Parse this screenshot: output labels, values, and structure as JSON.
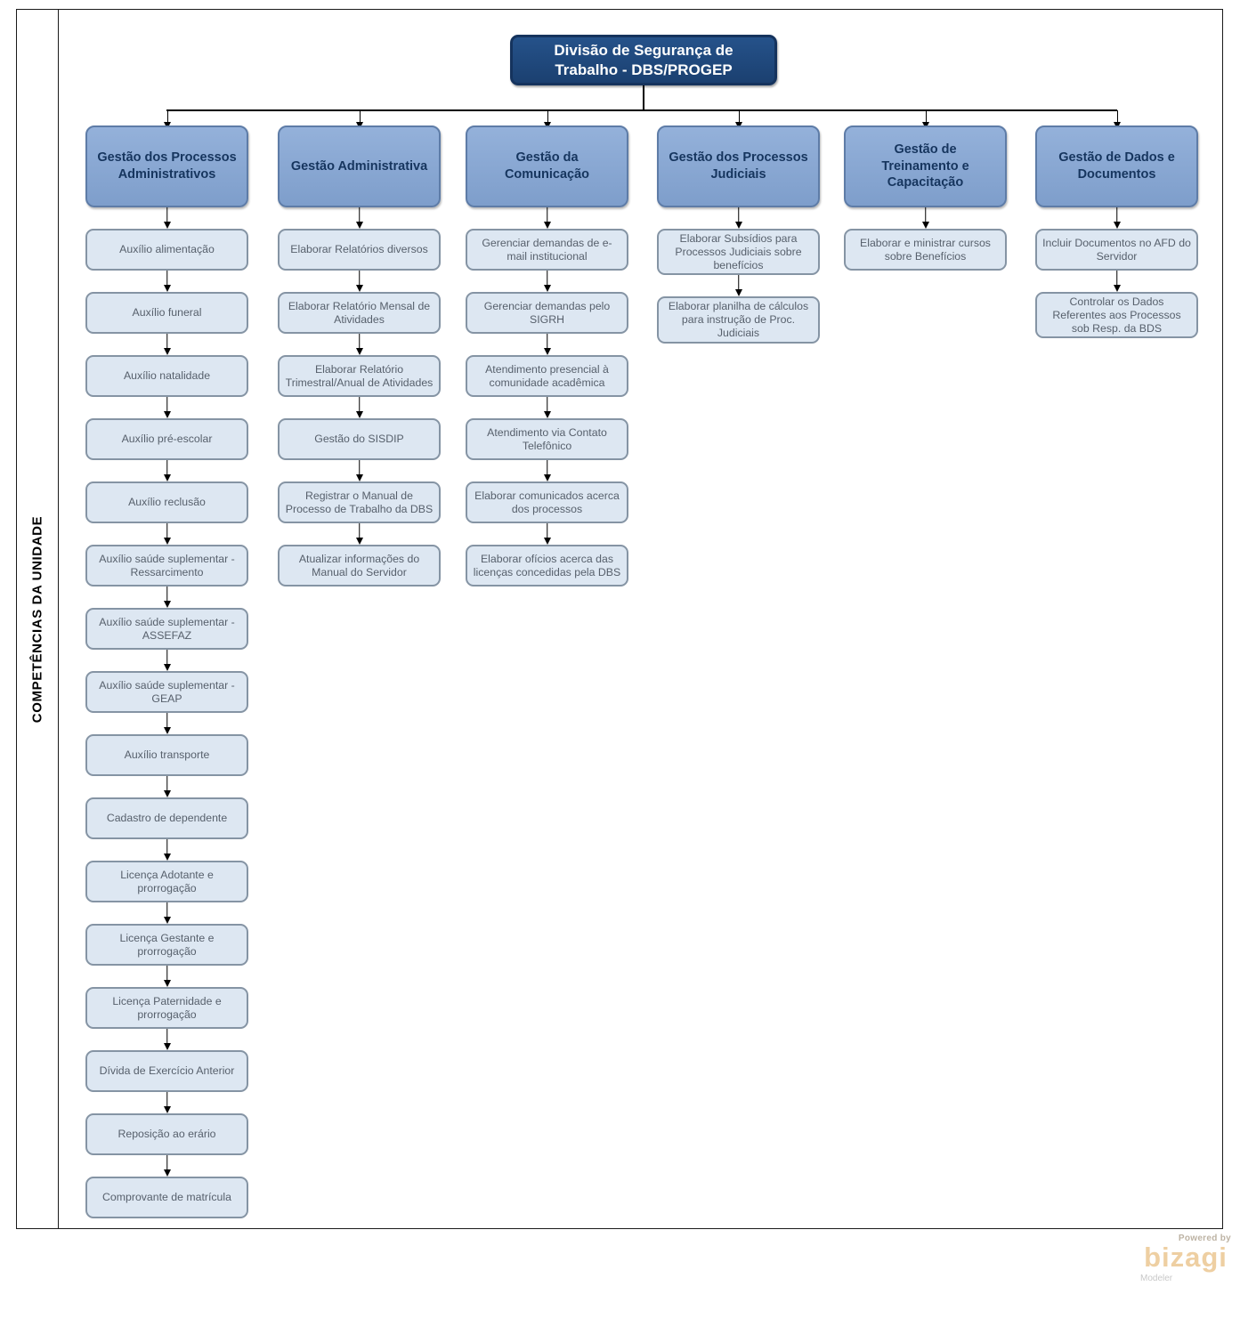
{
  "lane_label": "COMPETÊNCIAS DA UNIDADE",
  "root": {
    "title": "Divisão de Segurança de Trabalho - DBS/PROGEP"
  },
  "colors": {
    "root_fill": "#1e4577",
    "header_fill": "#86a5d2",
    "task_fill": "#dde7f2",
    "line": "#000000",
    "brand_tan": "#eecfa2"
  },
  "columns": [
    {
      "header": "Gestão dos Processos Administrativos",
      "tasks": [
        "Auxílio alimentação",
        "Auxílio funeral",
        "Auxílio natalidade",
        "Auxílio pré-escolar",
        "Auxílio reclusão",
        "Auxílio saúde suplementar - Ressarcimento",
        "Auxílio saúde suplementar - ASSEFAZ",
        "Auxílio saúde suplementar - GEAP",
        "Auxílio transporte",
        "Cadastro de dependente",
        "Licença Adotante e prorrogação",
        "Licença Gestante e prorrogação",
        "Licença Paternidade e prorrogação",
        "Dívida de Exercício Anterior",
        "Reposição ao erário",
        "Comprovante de matrícula"
      ]
    },
    {
      "header": "Gestão Administrativa",
      "tasks": [
        "Elaborar Relatórios diversos",
        "Elaborar Relatório Mensal de Atividades",
        "Elaborar Relatório Trimestral/Anual de Atividades",
        "Gestão do SISDIP",
        "Registrar o Manual de Processo de Trabalho da DBS",
        "Atualizar informações do Manual do Servidor"
      ]
    },
    {
      "header": "Gestão da Comunicação",
      "tasks": [
        "Gerenciar demandas de e-mail institucional",
        "Gerenciar demandas pelo SIGRH",
        "Atendimento presencial à comunidade acadêmica",
        "Atendimento via Contato Telefônico",
        "Elaborar comunicados acerca dos processos",
        "Elaborar ofícios acerca das licenças concedidas pela DBS"
      ]
    },
    {
      "header": "Gestão dos Processos Judiciais",
      "tasks": [
        "Elaborar Subsídios para Processos Judiciais sobre benefícios",
        "Elaborar planilha de cálculos para instrução de Proc. Judiciais"
      ]
    },
    {
      "header": "Gestão de Treinamento e Capacitação",
      "tasks": [
        "Elaborar e ministrar cursos sobre Benefícios"
      ]
    },
    {
      "header": "Gestão de Dados e Documentos",
      "tasks": [
        "Incluir Documentos no AFD do Servidor",
        "Controlar os Dados Referentes aos Processos sob Resp. da BDS"
      ]
    }
  ],
  "footer_logo": {
    "powered_by": "Powered by",
    "brand": "bizagi",
    "subtitle": "Modeler"
  }
}
